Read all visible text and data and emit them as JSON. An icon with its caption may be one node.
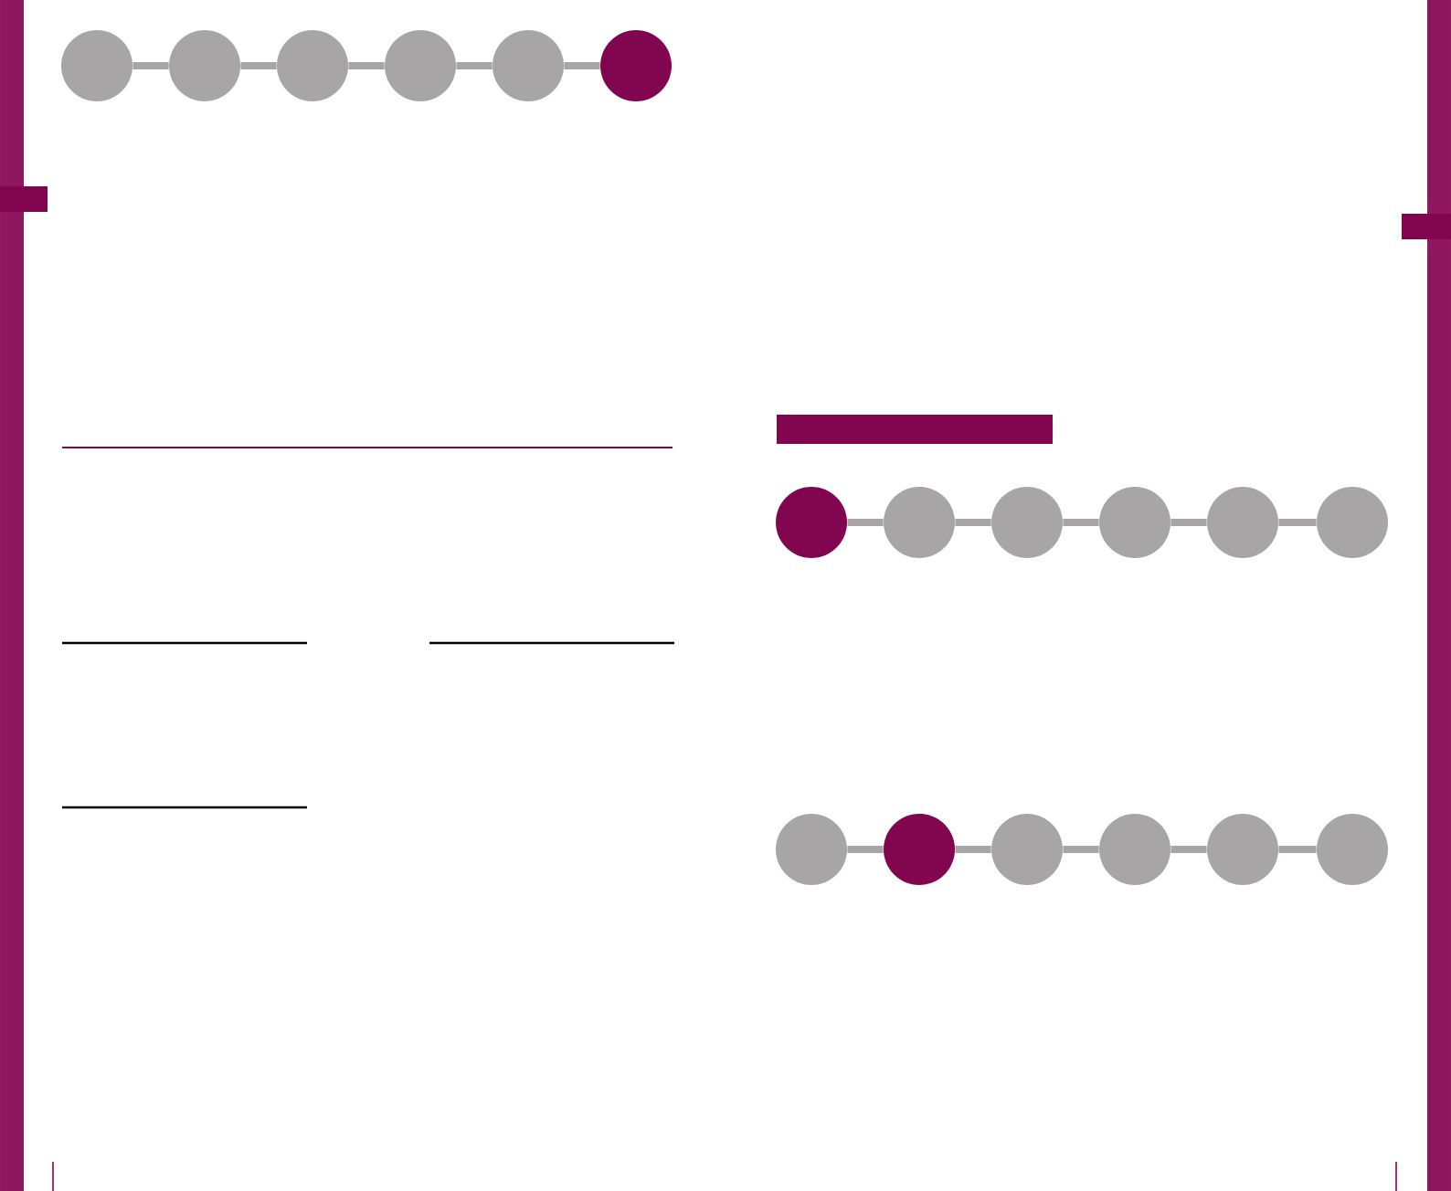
{
  "diagram": {
    "nodes": [
      {
        "text": [],
        "shape": "circle"
      },
      {
        "text": [],
        "shape": "circle"
      },
      {
        "text": [],
        "shape": "circle"
      },
      {
        "text": [],
        "shape": "circle"
      },
      {
        "text": [],
        "shape": "circle"
      },
      {
        "text": [],
        "shape": "circle"
      },
      {
        "text": [],
        "shape": "bar"
      },
      {
        "text": [],
        "shape": "circle"
      },
      {
        "text": [],
        "shape": "circle"
      },
      {
        "text": [],
        "shape": "circle"
      },
      {
        "text": [],
        "shape": "circle"
      },
      {
        "text": [],
        "shape": "circle"
      },
      {
        "text": [],
        "shape": "circle"
      },
      {
        "text": [],
        "shape": "circle"
      },
      {
        "text": [],
        "shape": "circle"
      },
      {
        "text": [],
        "shape": "circle"
      },
      {
        "text": [],
        "shape": "circle"
      },
      {
        "text": [],
        "shape": "circle"
      },
      {
        "text": [],
        "shape": "circle"
      }
    ],
    "edges": [
      {
        "from": 0,
        "to": 1,
        "arrow": "none"
      },
      {
        "from": 1,
        "to": 2,
        "arrow": "none"
      },
      {
        "from": 2,
        "to": 3,
        "arrow": "none"
      },
      {
        "from": 3,
        "to": 4,
        "arrow": "none"
      },
      {
        "from": 4,
        "to": 5,
        "arrow": "none"
      },
      {
        "from": 7,
        "to": 8,
        "arrow": "none"
      },
      {
        "from": 8,
        "to": 9,
        "arrow": "none"
      },
      {
        "from": 9,
        "to": 10,
        "arrow": "none"
      },
      {
        "from": 10,
        "to": 11,
        "arrow": "none"
      },
      {
        "from": 11,
        "to": 12,
        "arrow": "none"
      },
      {
        "from": 13,
        "to": 14,
        "arrow": "none"
      },
      {
        "from": 14,
        "to": 15,
        "arrow": "none"
      },
      {
        "from": 15,
        "to": 16,
        "arrow": "none"
      },
      {
        "from": 16,
        "to": 17,
        "arrow": "none"
      },
      {
        "from": 17,
        "to": 18,
        "arrow": "none"
      }
    ]
  }
}
